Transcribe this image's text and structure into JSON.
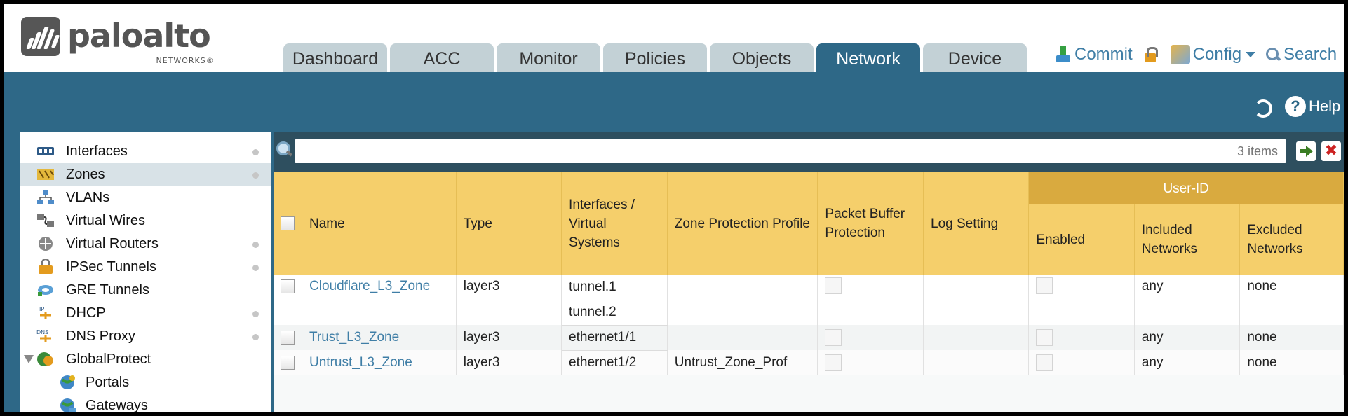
{
  "brand": {
    "name": "paloalto",
    "sub": "NETWORKS®"
  },
  "tabs": [
    {
      "label": "Dashboard",
      "active": false
    },
    {
      "label": "ACC",
      "active": false
    },
    {
      "label": "Monitor",
      "active": false
    },
    {
      "label": "Policies",
      "active": false
    },
    {
      "label": "Objects",
      "active": false
    },
    {
      "label": "Network",
      "active": true
    },
    {
      "label": "Device",
      "active": false
    }
  ],
  "toolbar": {
    "commit": "Commit",
    "config": "Config",
    "search": "Search"
  },
  "help": {
    "label": "Help",
    "glyph": "?"
  },
  "sidebar": {
    "items": [
      {
        "label": "Interfaces",
        "icon": "interfaces-icon",
        "dot": true
      },
      {
        "label": "Zones",
        "icon": "zones-icon",
        "dot": true,
        "selected": true
      },
      {
        "label": "VLANs",
        "icon": "vlans-icon",
        "dot": false
      },
      {
        "label": "Virtual Wires",
        "icon": "virtual-wires-icon",
        "dot": false
      },
      {
        "label": "Virtual Routers",
        "icon": "virtual-routers-icon",
        "dot": true
      },
      {
        "label": "IPSec Tunnels",
        "icon": "ipsec-icon",
        "dot": true
      },
      {
        "label": "GRE Tunnels",
        "icon": "gre-icon",
        "dot": false
      },
      {
        "label": "DHCP",
        "icon": "dhcp-icon",
        "dot": true
      },
      {
        "label": "DNS Proxy",
        "icon": "dns-icon",
        "dot": true
      },
      {
        "label": "GlobalProtect",
        "icon": "globalprotect-icon",
        "dot": false,
        "expanded": true
      },
      {
        "label": "Portals",
        "icon": "globe-icon",
        "dot": false,
        "child": true
      },
      {
        "label": "Gateways",
        "icon": "globe-icon",
        "dot": false,
        "child": true
      }
    ]
  },
  "search": {
    "placeholder": "",
    "count": "3 items",
    "clear": "✖"
  },
  "table": {
    "group_header": "User-ID",
    "headers": {
      "name": "Name",
      "type": "Type",
      "interfaces": "Interfaces / Virtual Systems",
      "zone_protection": "Zone Protection Profile",
      "packet_buffer": "Packet Buffer Protection",
      "log_setting": "Log Setting",
      "enabled": "Enabled",
      "included": "Included Networks",
      "excluded": "Excluded Networks"
    },
    "rows": [
      {
        "name": "Cloudflare_L3_Zone",
        "type": "layer3",
        "interfaces": [
          "tunnel.1",
          "tunnel.2"
        ],
        "zone_protection": "",
        "log_setting": "",
        "included": "any",
        "excluded": "none"
      },
      {
        "name": "Trust_L3_Zone",
        "type": "layer3",
        "interfaces": [
          "ethernet1/1"
        ],
        "zone_protection": "",
        "log_setting": "",
        "included": "any",
        "excluded": "none"
      },
      {
        "name": "Untrust_L3_Zone",
        "type": "layer3",
        "interfaces": [
          "ethernet1/2"
        ],
        "zone_protection": "Untrust_Zone_Prof",
        "log_setting": "",
        "included": "any",
        "excluded": "none"
      }
    ]
  },
  "colors": {
    "nav_blue": "#2e6887",
    "header_gold": "#f5cf6b",
    "group_gold": "#d9aa3f",
    "link": "#3f7ea6"
  }
}
